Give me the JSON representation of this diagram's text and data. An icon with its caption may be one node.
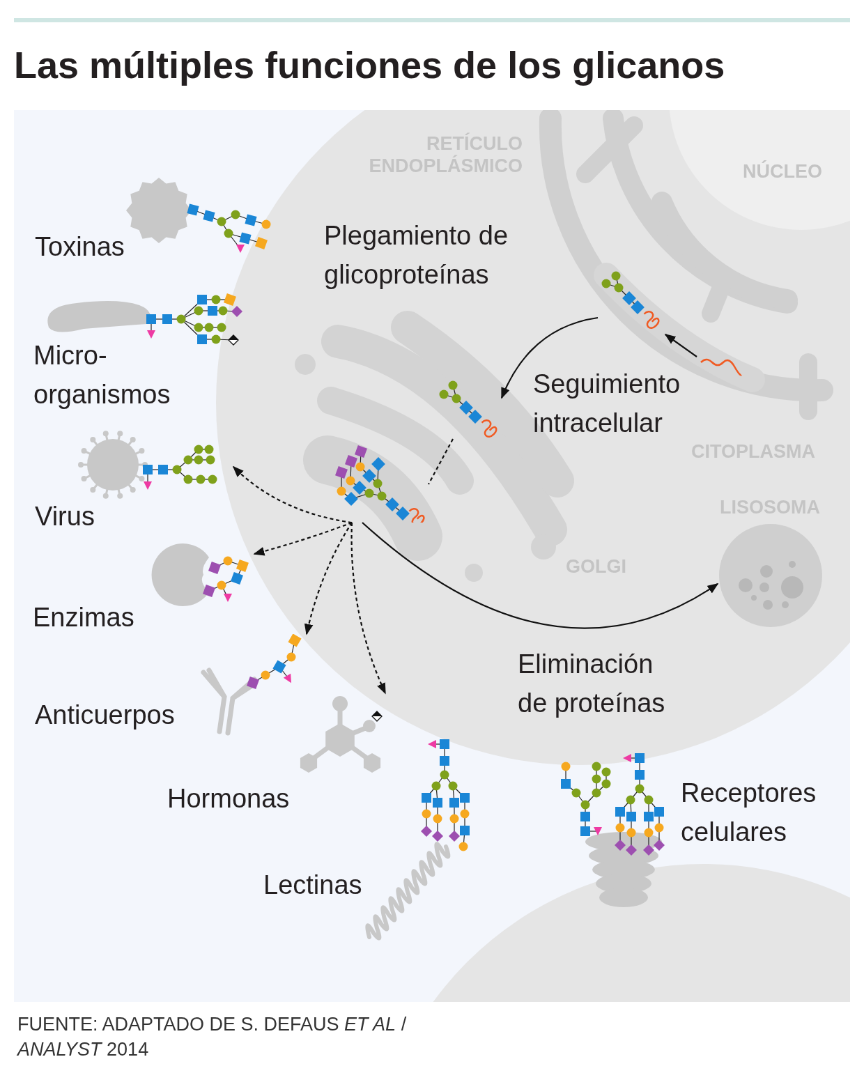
{
  "diagram": {
    "title": "Las múltiples funciones de los glicanos",
    "caption": "FUENTE: ADAPTADO DE S. DEFAUS *ET AL* / *ANALYST* 2014",
    "nodes": [
      {
        "text": [
          "Toxinas"
        ]
      },
      {
        "text": [
          "Micro-organismos"
        ]
      },
      {
        "text": [
          "Virus"
        ]
      },
      {
        "text": [
          "Enzimas"
        ]
      },
      {
        "text": [
          "Anticuerpos"
        ]
      },
      {
        "text": [
          "Hormonas"
        ]
      },
      {
        "text": [
          "Lectinas"
        ]
      },
      {
        "text": [
          "Receptores celulares"
        ]
      },
      {
        "text": [],
        "shape": "picture"
      },
      {
        "text": [],
        "shape": "picture"
      },
      {
        "text": [],
        "shape": "picture"
      },
      {
        "text": [],
        "shape": "picture"
      },
      {
        "text": [
          "LISOSOMA"
        ]
      }
    ],
    "edges": [
      {
        "from": 8,
        "to": 9,
        "arrow": "to"
      },
      {
        "from": 9,
        "to": 10,
        "arrow": "to"
      },
      {
        "from": 10,
        "to": 11,
        "arrow": "none",
        "style": "dashed"
      },
      {
        "from": 11,
        "to": 2,
        "arrow": "to",
        "style": "dashed"
      },
      {
        "from": 11,
        "to": 3,
        "arrow": "to",
        "style": "dashed"
      },
      {
        "from": 11,
        "to": 4,
        "arrow": "to",
        "style": "dashed"
      },
      {
        "from": 11,
        "to": 5,
        "arrow": "to",
        "style": "dashed"
      },
      {
        "from": 11,
        "to": 12,
        "arrow": "to"
      }
    ],
    "labels": [
      "RETÍCULO ENDOPLÁSMICO",
      "NÚCLEO",
      "Plegamiento de glicoproteínas",
      "Seguimiento intracelular",
      "CITOPLASMA",
      "GOLGI",
      "Eliminación de proteínas"
    ]
  }
}
